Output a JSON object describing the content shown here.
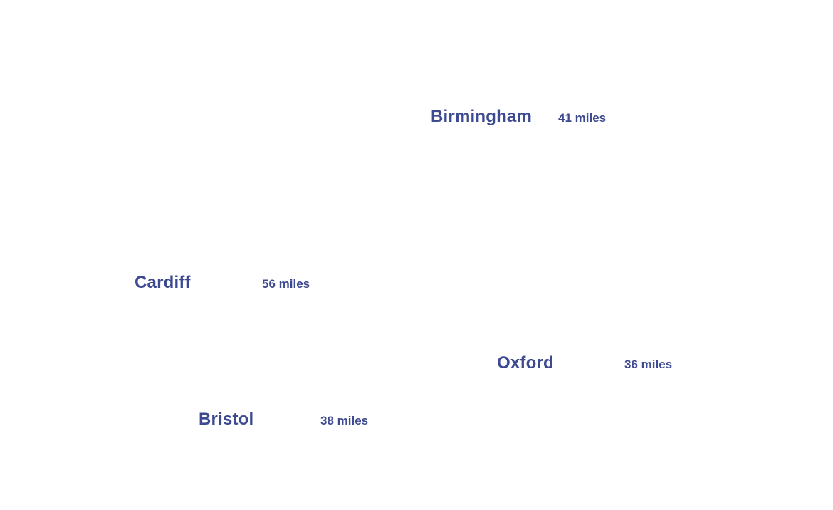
{
  "theme": {
    "label_color": "#3d4a91",
    "background": "#ffffff"
  },
  "cities": [
    {
      "name": "Birmingham",
      "distance": "41 miles"
    },
    {
      "name": "Cardiff",
      "distance": "56 miles"
    },
    {
      "name": "Oxford",
      "distance": "36 miles"
    },
    {
      "name": "Bristol",
      "distance": "38 miles"
    }
  ]
}
